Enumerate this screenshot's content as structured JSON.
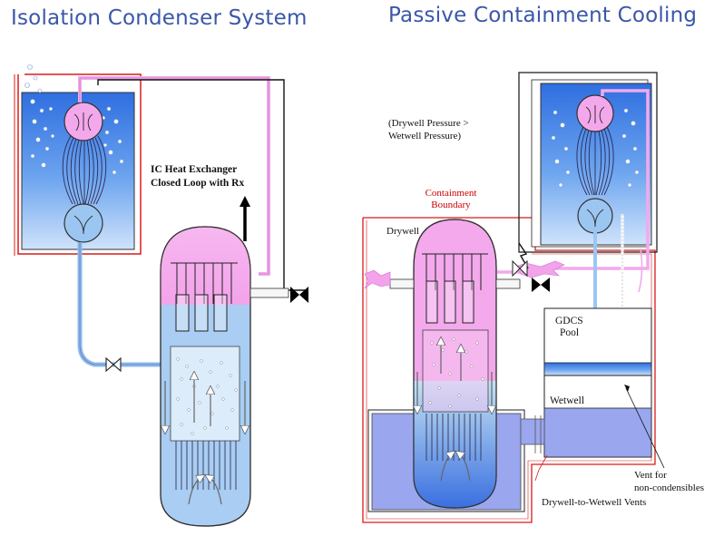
{
  "titles": {
    "left": "Isolation Condenser System",
    "right": "Passive Containment Cooling"
  },
  "labels": {
    "ic_heat_exchanger_line1": "IC Heat Exchanger",
    "ic_heat_exchanger_line2": "Closed Loop with Rx",
    "pressure_line1": "(Drywell Pressure >",
    "pressure_line2": "Wetwell Pressure)",
    "containment_line1": "Containment",
    "containment_line2": "Boundary",
    "drywell": "Drywell",
    "gdcs_line1": "GDCS",
    "gdcs_line2": "Pool",
    "wetwell": "Wetwell",
    "vent_line1": "Vent for",
    "vent_line2": "non-condensibles",
    "dw_ww_vents": "Drywell-to-Wetwell Vents"
  },
  "colors": {
    "title_blue": "#3a57a8",
    "water_blue": "#6fa3e6",
    "steam_pink": "#f3a9ec",
    "containment_red": "#d81b1b"
  }
}
